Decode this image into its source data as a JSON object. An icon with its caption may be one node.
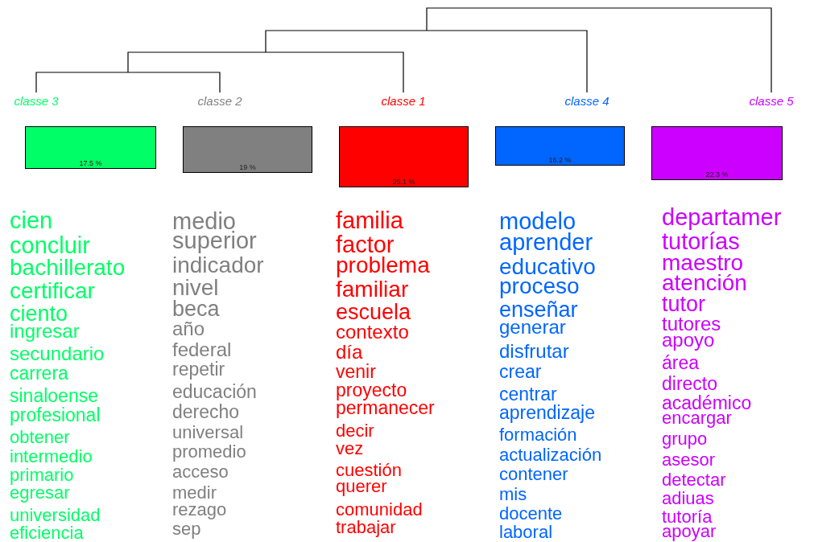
{
  "diagram": {
    "nodes": [
      {
        "text": [
          "classe 3",
          "17.5 %"
        ],
        "beside": [
          "cien",
          "concluir",
          "bachillerato",
          "certificar",
          "ciento",
          "ingresar",
          "secundario",
          "carrera",
          "sinaloense",
          "profesional",
          "obtener",
          "intermedio",
          "primario",
          "egresar",
          "universidad",
          "eficiencia"
        ]
      },
      {
        "text": [
          "classe 2",
          "19 %"
        ],
        "beside": [
          "medio",
          "superior",
          "indicador",
          "nivel",
          "beca",
          "año",
          "federal",
          "repetir",
          "educación",
          "derecho",
          "universal",
          "promedio",
          "acceso",
          "medir",
          "rezago",
          "sep"
        ]
      },
      {
        "text": [
          "classe 1",
          "25.1 %"
        ],
        "beside": [
          "familia",
          "factor",
          "problema",
          "familiar",
          "escuela",
          "contexto",
          "día",
          "venir",
          "proyecto",
          "permanecer",
          "decir",
          "vez",
          "cuestión",
          "querer",
          "comunidad",
          "trabajar"
        ]
      },
      {
        "text": [
          "classe 4",
          "16.2 %"
        ],
        "beside": [
          "modelo",
          "aprender",
          "educativo",
          "proceso",
          "enseñar",
          "generar",
          "disfrutar",
          "crear",
          "centrar",
          "aprendizaje",
          "formación",
          "actualización",
          "contener",
          "mis",
          "docente",
          "laboral"
        ]
      },
      {
        "text": [
          "classe 5",
          "22.3 %"
        ],
        "beside": [
          "departamer",
          "tutorías",
          "maestro",
          "atención",
          "tutor",
          "tutores",
          "apoyo",
          "área",
          "directo",
          "académico",
          "encargar",
          "grupo",
          "asesor",
          "detectar",
          "adiuas",
          "tutoría",
          "apoyar"
        ]
      }
    ]
  }
}
